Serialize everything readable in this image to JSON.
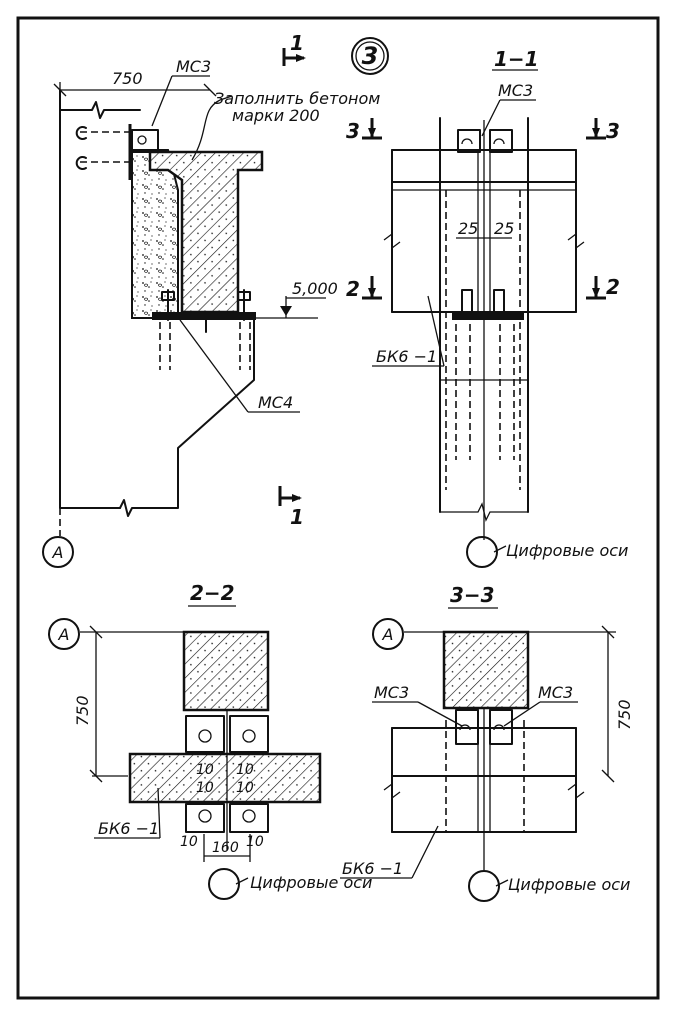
{
  "detail_number": "3",
  "labels": {
    "ms3": "МС3",
    "ms4": "МС4",
    "bk6": "БК6 −1",
    "fill_note_line1": "Заполнить бетоном",
    "fill_note_line2": "марки 200",
    "axis_a": "А",
    "digital_axes": "Цифровые оси"
  },
  "dimensions": {
    "d750": "750",
    "d5000": "5,000",
    "d25a": "25",
    "d25b": "25",
    "d10": "10",
    "d160": "160"
  },
  "sections": {
    "s1": "1",
    "s2": "2",
    "s3": "3",
    "title_1_1": "1−1",
    "title_2_2": "2−2",
    "title_3_3": "3−3"
  }
}
